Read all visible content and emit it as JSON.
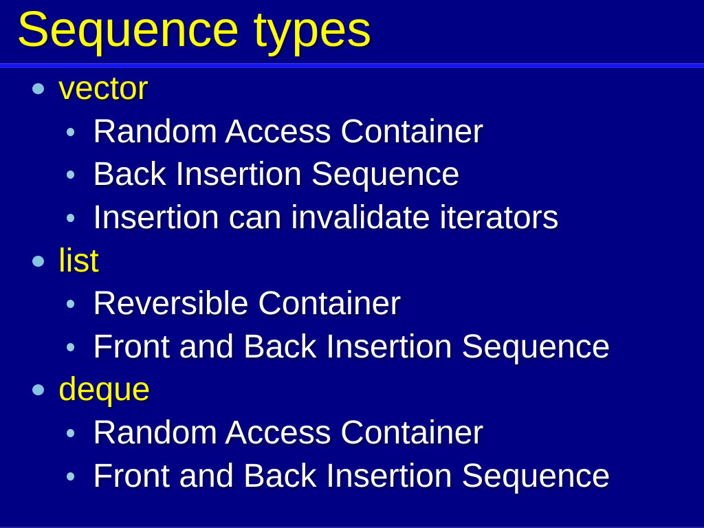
{
  "slide": {
    "title": "Sequence types",
    "colors": {
      "background": "#000085",
      "title_text": "#FFFF00",
      "rule_blue": "#1717EC",
      "level1_text": "#FFFF00",
      "level2_text": "#FFFFFF",
      "bullet_level1": "#85C4DE",
      "bullet_level2": "#98CCDF"
    },
    "items": [
      {
        "level": 1,
        "text": "vector"
      },
      {
        "level": 2,
        "text": "Random Access Container"
      },
      {
        "level": 2,
        "text": "Back Insertion Sequence"
      },
      {
        "level": 2,
        "text": "Insertion can invalidate iterators"
      },
      {
        "level": 1,
        "text": "list"
      },
      {
        "level": 2,
        "text": "Reversible Container"
      },
      {
        "level": 2,
        "text": "Front and Back Insertion Sequence"
      },
      {
        "level": 1,
        "text": "deque"
      },
      {
        "level": 2,
        "text": "Random Access Container"
      },
      {
        "level": 2,
        "text": "Front and Back Insertion Sequence"
      }
    ]
  }
}
